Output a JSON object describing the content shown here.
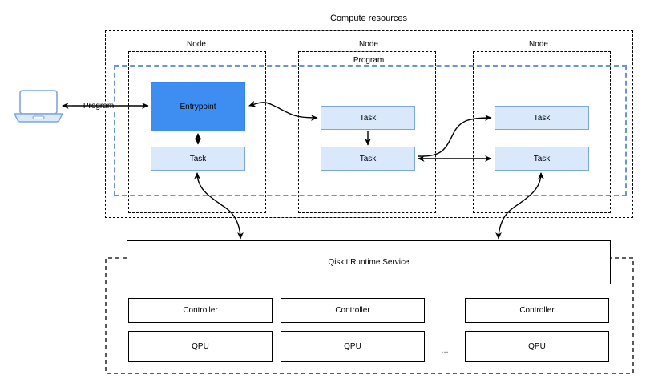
{
  "diagram": {
    "title": "Compute resources",
    "program_boundary_label": "Program",
    "client": {
      "icon": "laptop-icon",
      "link_label": "Program"
    },
    "nodes": [
      {
        "label": "Node",
        "blocks": [
          {
            "type": "entrypoint",
            "label": "Entrypoint"
          },
          {
            "type": "task",
            "label": "Task"
          }
        ]
      },
      {
        "label": "Node",
        "blocks": [
          {
            "type": "task",
            "label": "Task"
          },
          {
            "type": "task",
            "label": "Task"
          }
        ]
      },
      {
        "label": "Node",
        "blocks": [
          {
            "type": "task",
            "label": "Task"
          },
          {
            "type": "task",
            "label": "Task"
          }
        ]
      }
    ],
    "service": {
      "label": "Qiskit Runtime Service"
    },
    "backends": {
      "ellipsis": "...",
      "columns": [
        {
          "controller": "Controller",
          "qpu": "QPU"
        },
        {
          "controller": "Controller",
          "qpu": "QPU"
        },
        {
          "controller": "Controller",
          "qpu": "QPU"
        }
      ]
    },
    "colors": {
      "entrypoint_fill": "#3d8ef0",
      "task_fill": "#d9e8fb",
      "task_stroke": "#7ba7dd",
      "program_dash": "#6b94d4",
      "container_dash": "#000000"
    }
  }
}
